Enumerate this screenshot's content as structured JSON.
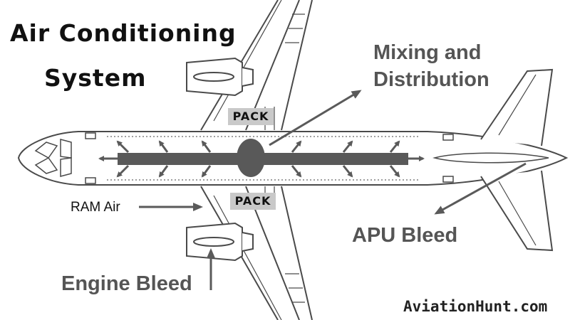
{
  "title": {
    "line1": "Air Conditioning",
    "line2": "System"
  },
  "labels": {
    "mixing_line1": "Mixing and",
    "mixing_line2": "Distribution",
    "pack_top": "PACK",
    "pack_bottom": "PACK",
    "ram_air": "RAM Air",
    "engine_bleed": "Engine Bleed",
    "apu_bleed": "APU Bleed"
  },
  "brand": "AviationHunt.com",
  "colors": {
    "airframe_outline": "#4a4a4a",
    "distribution": "#595959",
    "arrow": "#5a5a5a",
    "pack_box": "#c9c9c9",
    "title_text": "#111111",
    "callout_text": "#555555"
  },
  "icons": [
    "aircraft-outline",
    "mixing-manifold",
    "distribution-arrow"
  ]
}
